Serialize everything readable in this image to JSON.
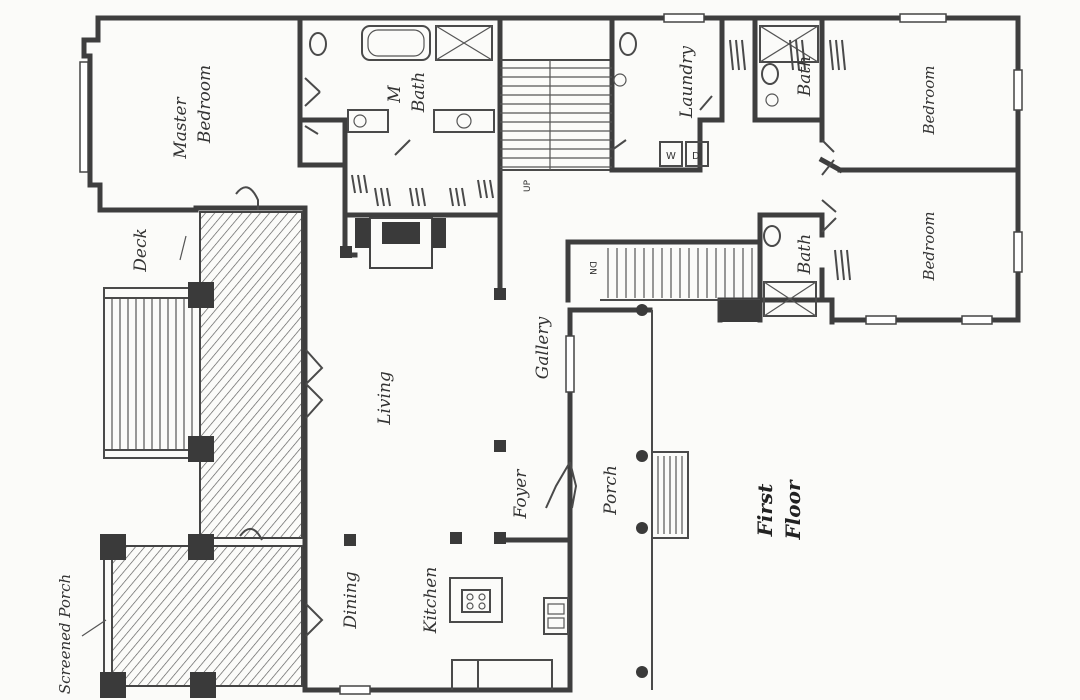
{
  "labels": {
    "master_bedroom_1": "Master",
    "master_bedroom_2": "Bedroom",
    "m_bath_1": "M",
    "m_bath_2": "Bath",
    "laundry": "Laundry",
    "bath_upper": "Bath",
    "bedroom_upper": "Bedroom",
    "bath_lower": "Bath",
    "bedroom_lower": "Bedroom",
    "deck": "Deck",
    "up": "UP",
    "dn": "DN",
    "gallery": "Gallery",
    "living": "Living",
    "foyer": "Foyer",
    "porch": "Porch",
    "dining": "Dining",
    "kitchen": "Kitchen",
    "screened_porch": "Screened Porch",
    "floor_title_1": "First",
    "floor_title_2": "Floor"
  },
  "colors": {
    "wall": "#3e3e3e",
    "paper": "#fbfbf9"
  }
}
